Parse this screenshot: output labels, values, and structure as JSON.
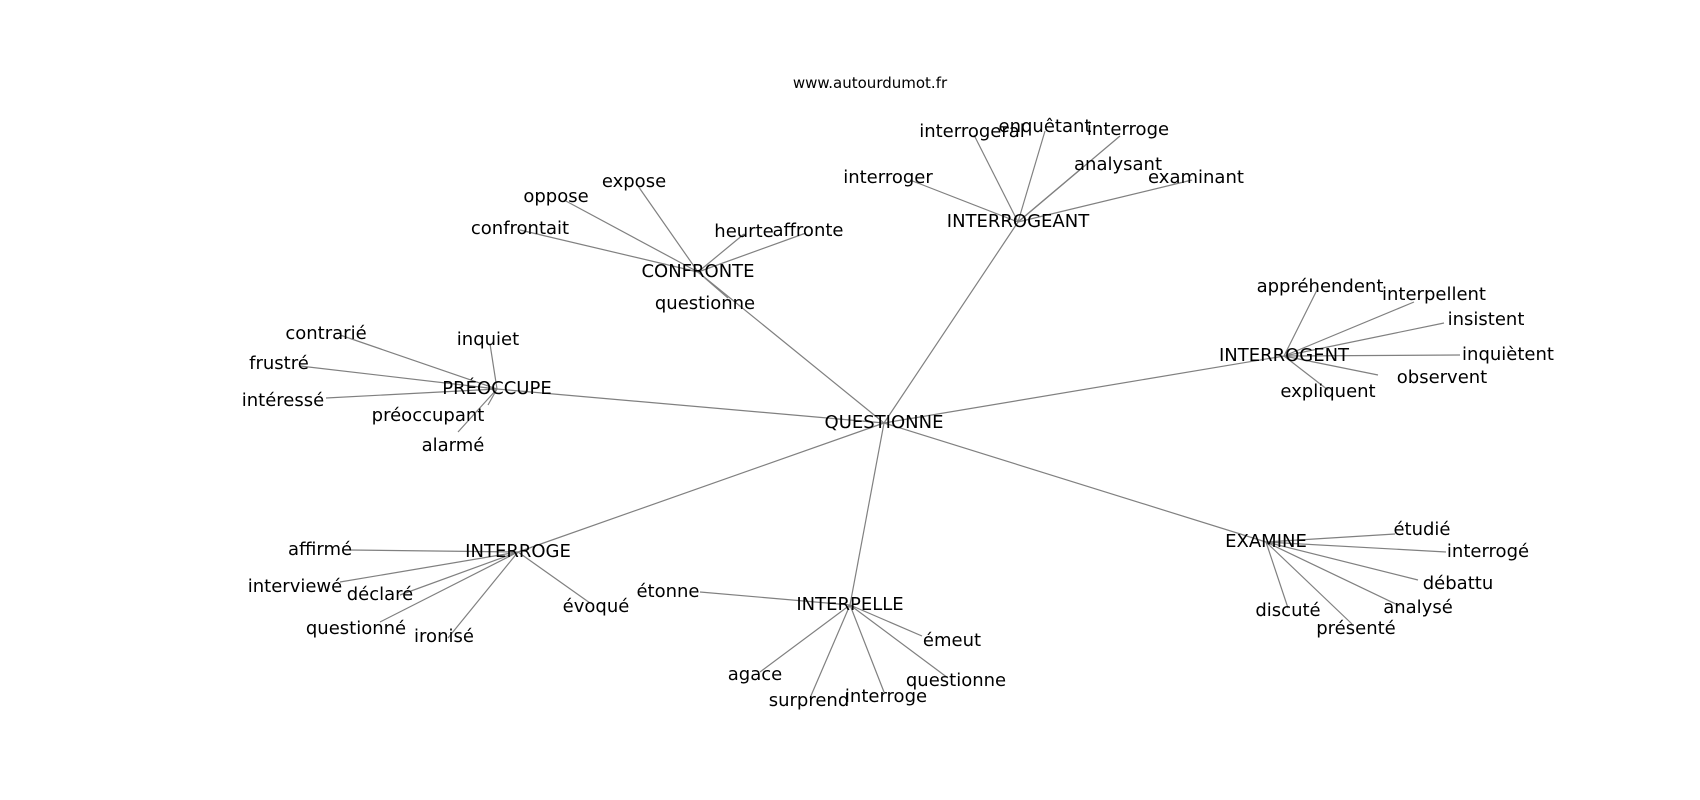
{
  "credit": "www.autourdumot.fr",
  "colors": {
    "edge": "#808080",
    "text": "#000000",
    "background": "#ffffff"
  },
  "graph": {
    "center": "QUESTIONNE",
    "clusters": [
      {
        "hub": "INTERROGEANT",
        "words": [
          "interrogeral",
          "enquêtant",
          "interroge",
          "analysant",
          "examinant",
          "interroger"
        ]
      },
      {
        "hub": "CONFRONTE",
        "words": [
          "expose",
          "oppose",
          "confrontait",
          "heurte",
          "affronte",
          "questionne"
        ]
      },
      {
        "hub": "PRÉOCCUPE",
        "words": [
          "contrarié",
          "inquiet",
          "frustré",
          "intéressé",
          "préoccupant",
          "alarmé"
        ]
      },
      {
        "hub": "INTERROGENT",
        "words": [
          "appréhendent",
          "interpellent",
          "insistent",
          "inquiètent",
          "observent",
          "expliquent"
        ]
      },
      {
        "hub": "INTERROGE",
        "words": [
          "affirmé",
          "interviewé",
          "déclaré",
          "questionné",
          "ironisé",
          "évoqué"
        ]
      },
      {
        "hub": "INTERPELLE",
        "words": [
          "étonne",
          "émeut",
          "questionne",
          "interroge",
          "surprend",
          "agace"
        ]
      },
      {
        "hub": "EXAMINE",
        "words": [
          "étudié",
          "interrogé",
          "débattu",
          "analysé",
          "présenté",
          "discuté"
        ]
      }
    ]
  }
}
